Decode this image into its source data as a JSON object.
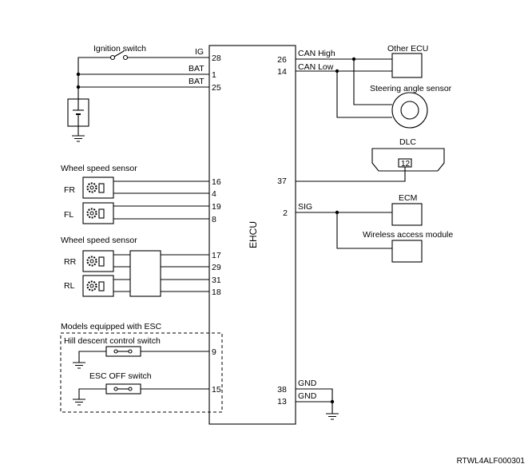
{
  "ecu_label": "EHCU",
  "left_side": {
    "ignition_switch": "Ignition switch",
    "ig": "IG",
    "bat_1": "BAT",
    "bat_2": "BAT",
    "wheel_speed_sensor_front": "Wheel speed sensor",
    "fr": "FR",
    "fl": "FL",
    "wheel_speed_sensor_rear": "Wheel speed sensor",
    "rr": "RR",
    "rl": "RL",
    "esc_models": "Models equipped with ESC",
    "hill_descent_switch": "Hill descent control switch",
    "esc_off_switch": "ESC OFF switch"
  },
  "pins_left": {
    "p28": "28",
    "p1": "1",
    "p25": "25",
    "p16": "16",
    "p4": "4",
    "p19": "19",
    "p8": "8",
    "p17": "17",
    "p29": "29",
    "p31": "31",
    "p18": "18",
    "p9": "9",
    "p15": "15"
  },
  "pins_right": {
    "p26": "26",
    "p14": "14",
    "p37": "37",
    "p2": "2",
    "p38": "38",
    "p13": "13"
  },
  "right_side": {
    "can_high": "CAN High",
    "can_low": "CAN Low",
    "other_ecu": "Other ECU",
    "steering_angle_sensor": "Steering angle sensor",
    "dlc": "DLC",
    "dlc_pin": "12",
    "sig": "SIG",
    "ecm": "ECM",
    "wireless_access_module": "Wireless access module",
    "gnd_1": "GND",
    "gnd_2": "GND"
  },
  "figure_code": "RTWL4ALF000301"
}
